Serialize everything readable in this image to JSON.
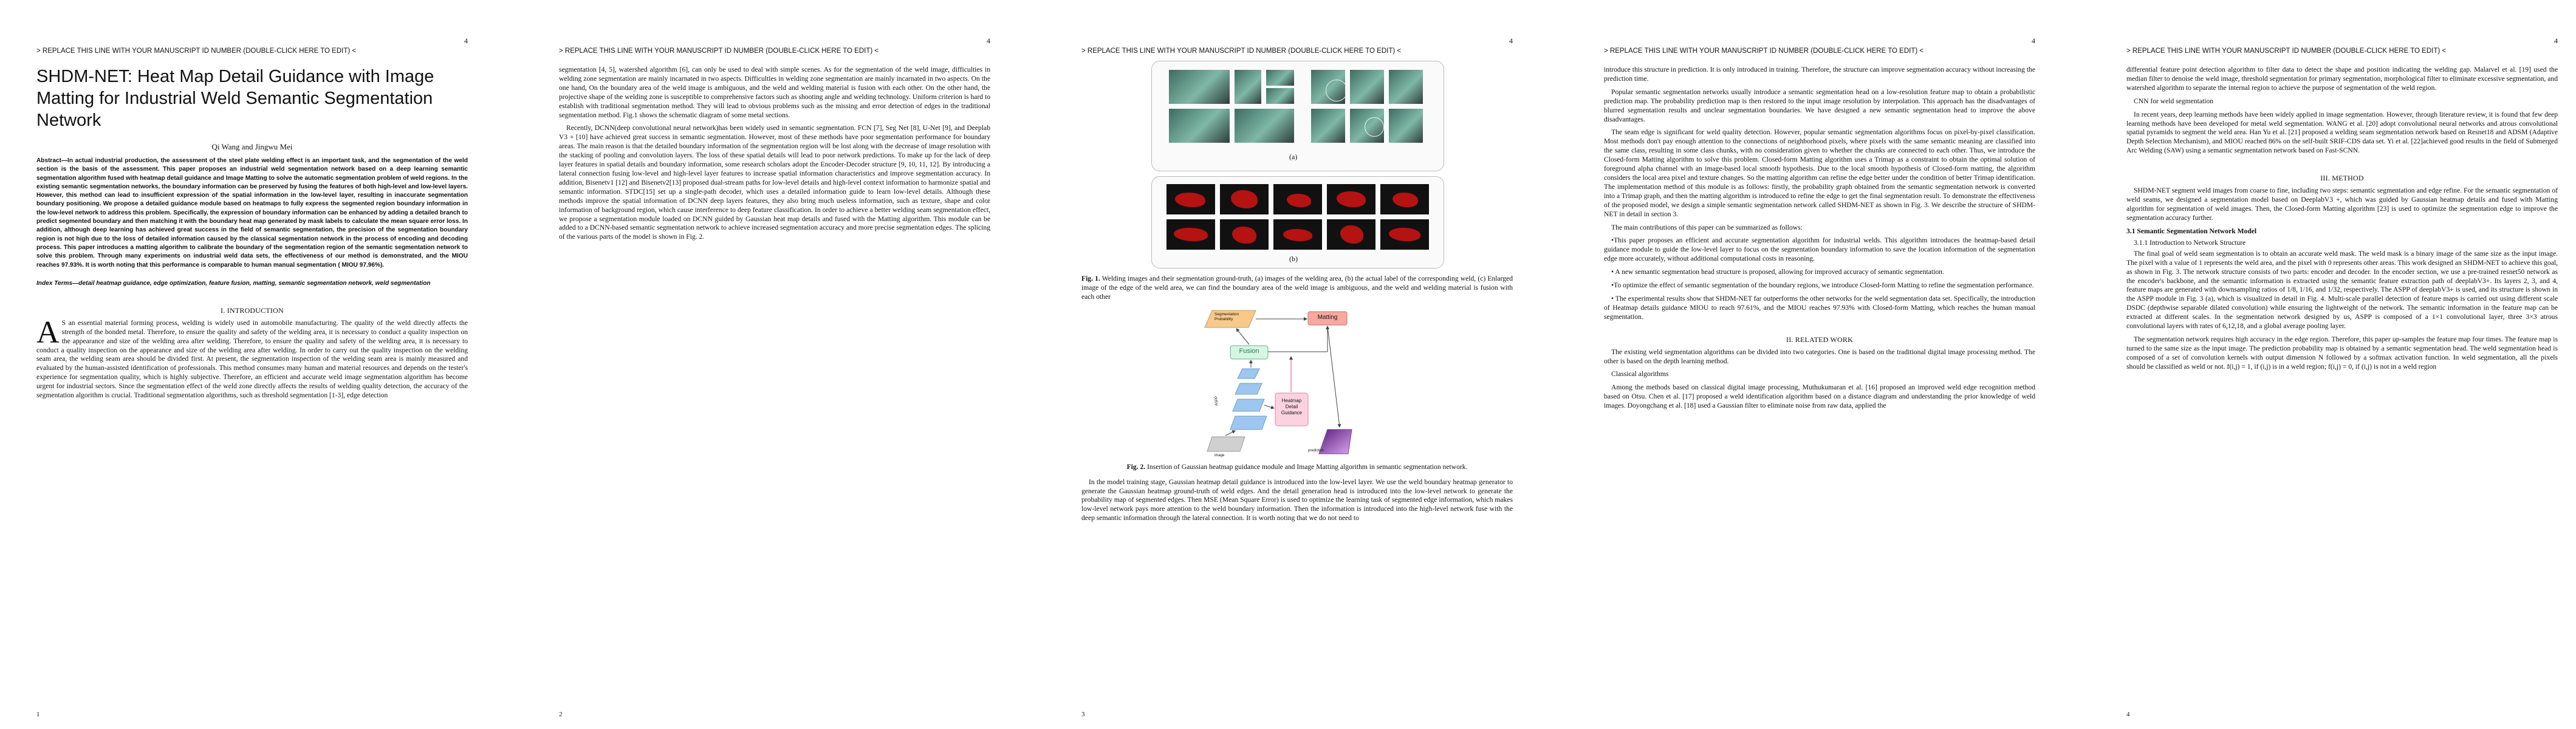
{
  "header": "> REPLACE THIS LINE WITH YOUR MANUSCRIPT ID NUMBER (DOUBLE-CLICK HERE TO EDIT) <",
  "pages": [
    {
      "top_num": "4",
      "bottom_num": "1",
      "title": "SHDM-NET: Heat Map Detail Guidance with Image Matting for Industrial Weld Semantic Segmentation Network",
      "authors": "Qi Wang and Jingwu Mei",
      "abstract": "Abstract—In actual industrial production, the assessment of the steel plate welding effect is an important task, and the segmentation of the weld section is the basis of the assessment. This paper proposes an industrial weld segmentation network based on a deep learning semantic segmentation algorithm fused with heatmap detail guidance and Image Matting to solve the automatic segmentation problem of weld regions. In the existing semantic segmentation networks, the boundary information can be preserved by fusing the features of both high-level and low-level layers. However, this method can lead to insufficient expression of the spatial information in the low-level layer, resulting in inaccurate segmentation boundary positioning. We propose a detailed guidance module based on heatmaps to fully express the segmented region boundary information in the low-level network to address this problem. Specifically, the expression of boundary information can be enhanced by adding a detailed branch to predict segmented boundary and then matching it with the boundary heat map generated by mask labels to calculate the mean square error loss. In addition, although deep learning has achieved great success in the field of semantic segmentation, the precision of the segmentation boundary region is not high due to the loss of detailed information caused by the classical segmentation network in the process of encoding and decoding process. This paper introduces a matting algorithm to calibrate the boundary of the segmentation region of the semantic segmentation network to solve this problem. Through many experiments on industrial weld data sets, the effectiveness of our method is demonstrated, and the MIOU reaches 97.93%. It is worth noting that this performance is comparable to human manual segmentation ( MIOU 97.96%).",
      "index_terms": "Index Terms—detail heatmap guidance, edge optimization, feature fusion, matting, semantic segmentation network, weld segmentation",
      "section": "I. INTRODUCTION",
      "dropcap": "A",
      "intro_rest": "S an essential material forming process, welding is widely used in automobile manufacturing. The quality of the weld directly affects the strength of the bonded metal. Therefore, to ensure the quality and safety of the welding area, it is necessary to conduct a quality inspection on the appearance and size of the welding area after welding. Therefore, to ensure the quality and safety of the welding area, it is necessary to conduct a quality inspection on the appearance and size of the welding area after welding. In order to carry out the quality inspection on the welding seam area, the welding seam area should be divided first. At present, the segmentation inspection of the welding seam area is mainly measured and evaluated by the human-assisted identification of professionals. This method consumes many human and material resources and depends on the tester's experience for segmentation quality, which is highly subjective. Therefore, an efficient and accurate weld image segmentation algorithm has become urgent for industrial sectors. Since the segmentation effect of the weld zone directly affects the results of welding quality detection, the accuracy of the segmentation algorithm is crucial. Traditional segmentation algorithms, such as threshold segmentation [1-3], edge detection"
    },
    {
      "top_num": "4",
      "bottom_num": "2",
      "p1": "segmentation [4, 5], watershed algorithm [6], can only be used to deal with simple scenes. As for the segmentation of the weld image, difficulties in welding zone segmentation are mainly incarnated in two aspects. Difficulties in welding zone segmentation are mainly incarnated in two aspects. On the one hand, On the boundary area of the weld image is ambiguous, and the weld and welding material is fusion with each other. On the other hand, the projective shape of the welding zone is susceptible to comprehensive factors such as shooting angle and welding technology. Uniform criterion is hard to establish with traditional segmentation method. They will lead to obvious problems such as the missing and error detection of edges in the traditional segmentation method. Fig.1 shows the schematic diagram of some metal sections.",
      "p2": "Recently, DCNN(deep convolutional neural network)has been widely used in semantic segmentation. FCN [7], Seg Net [8], U-Net [9], and Deeplab V3 + [10] have achieved great success in semantic segmentation. However, most of these methods have poor segmentation performance for boundary areas. The main reason is that the detailed boundary information of the segmentation region will be lost along with the decrease of image resolution with the stacking of pooling and convolution layers. The loss of these spatial details will lead to poor network predictions. To make up for the lack of deep layer features in spatial details and boundary information, some research scholars adopt the Encoder-Decoder structure [9, 10, 11, 12]. By introducing a lateral connection fusing low-level and high-level layer features to increase spatial information characteristics and improve segmentation accuracy. In addition, Bisenetv1 [12] and Bisenetv2[13] proposed dual-stream paths for low-level details and high-level context information to harmonize spatial and semantic information. STDC[15] set up a single-path decoder, which uses a detailed information guide to learn low-level details. Although these methods improve the spatial information of DCNN deep layers features, they also bring much useless information, such as texture, shape and color information of background region, which cause interference to deep feature classification. In order to achieve a better welding seam segmentation effect, we propose a segmentation module loaded on DCNN guided by Gaussian heat map details and fused with the Matting algorithm. This module can be added to a DCNN-based semantic segmentation network to achieve increased segmentation accuracy and more precise segmentation edges. The splicing of the various parts of the model is shown in Fig. 2."
    },
    {
      "top_num": "4",
      "bottom_num": "3",
      "fig1_labels": [
        "(a)",
        "(b)"
      ],
      "fig1_caption_label": "Fig. 1.",
      "fig1_caption": " Welding images and their segmentation ground-truth, (a) images of the welding area, (b) the actual label of the corresponding weld, (c) Enlarged image of the edge of the weld area, we can find the boundary area of the weld image is ambiguous, and the weld and welding material is fusion with each other",
      "fig2": {
        "seg_prob": "Segmentation Probability",
        "matting": "Matting",
        "fusion": "Fusion",
        "heatmap": "Heatmap Detail Guidance",
        "image": "image",
        "prediction": "prediction",
        "aspp": "ASPP"
      },
      "fig2_caption_label": "Fig. 2.",
      "fig2_caption": " Insertion of Gaussian heatmap guidance module and Image Matting algorithm in semantic segmentation network.",
      "p1": "In the model training stage, Gaussian heatmap detail guidance is introduced into the low-level layer. We use the weld boundary heatmap generator to generate the Gaussian heatmap ground-truth of weld edges. And the detail generation head is introduced into the low-level network to generate the probability map of segmented edges. Then MSE (Mean Square Error) is used to optimize the learning task of segmented edge information, which makes low-level network pays more attention to the weld boundary information. Then the information is introduced into the high-level network fuse with the deep semantic information through the lateral connection. It is worth noting that we do not need to"
    },
    {
      "top_num": "4",
      "bottom_num": "",
      "p1": "introduce this structure in prediction. It is only introduced in training. Therefore, the structure can improve segmentation accuracy without increasing the prediction time.",
      "p2": "Popular semantic segmentation networks usually introduce a semantic segmentation head on a low-resolution feature map to obtain a probabilistic prediction map. The probability prediction map is then restored to the input image resolution by interpolation. This approach has the disadvantages of blurred segmentation results and unclear segmentation boundaries. We have designed a new semantic segmentation head to improve the above disadvantages.",
      "p3": "The seam edge is significant for weld quality detection. However, popular semantic segmentation algorithms focus on pixel-by-pixel classification. Most methods don't pay enough attention to the connections of neighborhood pixels, where pixels with the same semantic meaning are classified into the same class, resulting in some class chunks, with no consideration given to whether the chunks are connected to each other. Thus, we introduce the Closed-form Matting algorithm to solve this problem. Closed-form Matting algorithm uses a Trimap as a constraint to obtain the optimal solution of foreground alpha channel with an image-based local smooth hypothesis. Due to the local smooth hypothesis of Closed-form matting, the algorithm considers the local area pixel and texture changes. So the matting algorithm can refine the edge better under the condition of better Trimap identification. The implementation method of this module is as follows: firstly, the probability graph obtained from the semantic segmentation network is converted into a Trimap graph, and then the matting algorithm is introduced to refine the edge to get the final segmentation result. To demonstrate the effectiveness of the proposed model, we design a simple semantic segmentation network called SHDM-NET as shown in Fig. 3. We describe the structure of SHDM-NET in detail in section 3.",
      "p4": "The main contributions of this paper can be summarized as follows:",
      "p5": "•This paper proposes an efficient and accurate segmentation algorithm for industrial welds. This algorithm introduces the heatmap-based detail guidance module to guide the low-level layer to focus on the segmentation boundary information to save the location information of the segmentation edge more accurately, without additional computational costs in reasoning.",
      "p6": "• A new semantic segmentation head structure is proposed, allowing for improved accuracy of semantic segmentation.",
      "p7": "•To optimize the effect of semantic segmentation of the boundary regions, we introduce Closed-form Matting to refine the segmentation performance.",
      "p8": "• The experimental results show that SHDM-NET far outperforms the other networks for the weld segmentation data set. Specifically, the introduction of Heatmap details guidance MIOU to reach 97.61%, and the MIOU reaches 97.93% with Closed-form Matting, which reaches the human manual segmentation.",
      "section": "II. RELATED WORK",
      "p9": "The existing weld segmentation algorithms can be divided into two categories. One is based on the traditional digital image processing method. The other is based on the depth learning method.",
      "p10": "Classical algorithms",
      "p11": "Among the methods based on classical digital image processing, Muthukumaran et al. [16] proposed an improved weld edge recognition method based on Otsu. Chen et al. [17] proposed a weld identification algorithm based on a distance diagram and understanding the prior knowledge of weld images. Doyongchang et al. [18] used a Gaussian filter to eliminate noise from raw data, applied the"
    },
    {
      "top_num": "4",
      "bottom_num": "4",
      "p1": "differential feature point detection algorithm to filter data to detect the shape and position indicating the welding gap. Malarvel et al. [19] used the median filter to denoise the weld image, threshold segmentation for primary segmentation, morphological filter to eliminate excessive segmentation, and watershed algorithm to separate the internal region to achieve the purpose of segmentation of the weld region.",
      "p2": "CNN for weld segmentation",
      "p3": "In recent years, deep learning methods have been widely applied in image segmentation. However, through literature review, it is found that few deep learning methods have been developed for metal weld segmentation. WANG et al. [20] adopt convolutional neural networks and atrous convolutional spatial pyramids to segment the weld area. Han Yu et al. [21] proposed a welding seam segmentation network based on Resnet18 and ADSM (Adaptive Depth Selection Mechanism), and MIOU reached 86% on the self-built SRIF-CDS data set. Yi et al. [22]achieved good results in the field of Submerged Arc Welding (SAW) using a semantic segmentation network based on Fast-SCNN.",
      "section": "III. METHOD",
      "p4": "SHDM-NET segment weld images from coarse to fine, including two steps: semantic segmentation and edge refine. For the semantic segmentation of weld seams, we designed a segmentation model based on DeeplabV3 +, which was guided by Gaussian heatmap details and fused with Matting algorithm for segmentation of weld images. Then, the Closed-form Matting algorithm [23] is used to optimize the segmentation edge to improve the segmentation accuracy further.",
      "sub1": "3.1 Semantic Segmentation Network Model",
      "sub2": "3.1.1 Introduction to Network Structure",
      "p5": "The final goal of weld seam segmentation is to obtain an accurate weld mask. The weld mask is a binary image of the same size as the input image. The pixel with a value of 1 represents the weld area, and the pixel with 0 represents other areas. This work designed an SHDM-NET to achieve this goal, as shown in Fig. 3. The network structure consists of two parts: encoder and decoder. In the encoder section, we use a pre-trained resnet50 network as the encoder's backbone, and the semantic information is extracted using the semantic feature extraction path of deeplabV3+. Its layers 2, 3, and 4, feature maps are generated with downsampling ratios of 1/8, 1/16, and 1/32, respectively. The ASPP of deeplabV3+ is used, and its structure is shown in the ASPP module in Fig. 3 (a), which is visualized in detail in Fig. 4. Multi-scale parallel detection of feature maps is carried out using different scale DSDC (depthwise separable dilated convolution) while ensuring the lightweight of the network. The semantic information in the feature map can be extracted at different scales. In the segmentation network designed by us, ASPP is composed of a 1×1 convolutional layer, three 3×3 atrous convolutional layers with rates of 6,12,18, and a global average pooling layer.",
      "p6": "The segmentation network requires high accuracy in the edge region. Therefore, this paper up-samples the feature map four times. The feature map is turned to the same size as the input image. The prediction probability map is obtained by a semantic segmentation head. The weld segmentation head is composed of a set of convolution kernels with output dimension N followed by a softmax activation function. In weld segmentation, all the pixels should be classified as weld or not. f(i,j) = 1, if (i,j) is in a weld region; f(i,j) = 0, if (i,j) is not in a weld region"
    }
  ]
}
